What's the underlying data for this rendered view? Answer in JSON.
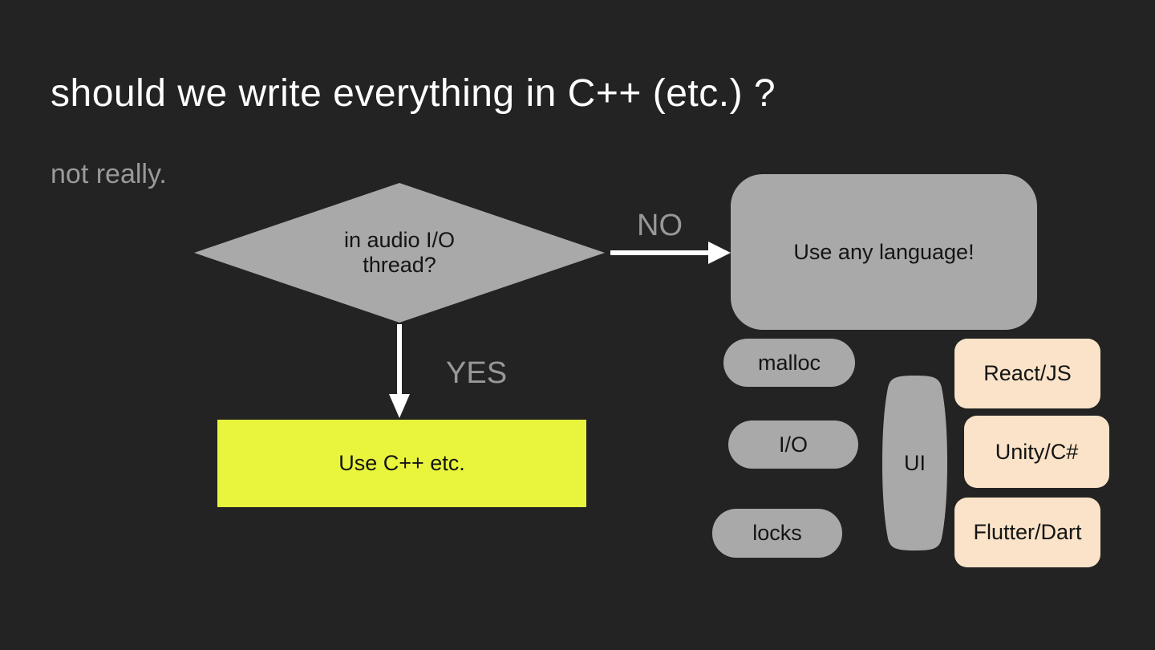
{
  "slide": {
    "title": "should we write everything in C++ (etc.) ?",
    "subtitle": "not really.",
    "flowchart": {
      "decision": "in audio I/O thread?",
      "no_label": "NO",
      "yes_label": "YES",
      "no_result": "Use any language!",
      "yes_result": "Use C++ etc."
    },
    "constraint_pills": [
      "malloc",
      "I/O",
      "locks"
    ],
    "ui_node": "UI",
    "framework_pills": [
      "React/JS",
      "Unity/C#",
      "Flutter/Dart"
    ],
    "colors": {
      "background": "#232323",
      "shape_gray": "#a9a9a9",
      "label_gray": "#9a9a9a",
      "highlight_yellow": "#e8f53c",
      "framework_peach": "#fae3c8",
      "arrow_white": "#ffffff",
      "title_white": "#ffffff",
      "shape_text_black": "#141414"
    }
  }
}
